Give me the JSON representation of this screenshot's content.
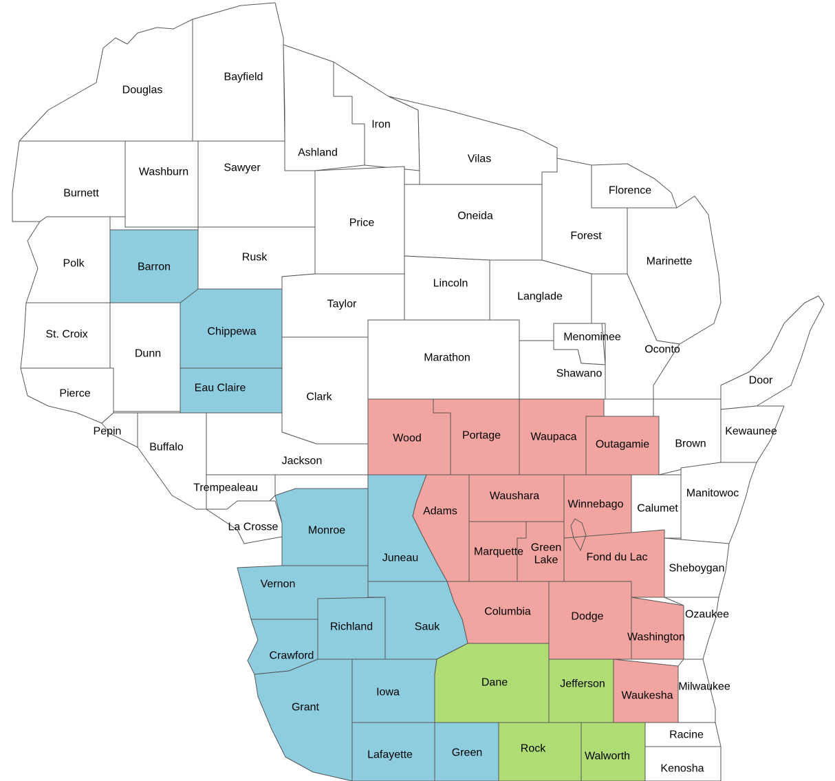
{
  "colors": {
    "white": "#ffffff",
    "blue": "#8ecde0",
    "red": "#f2a5a0",
    "green": "#b0dc75",
    "border": "#555555"
  },
  "counties": [
    {
      "id": "douglas",
      "name": "Douglas",
      "group": "white"
    },
    {
      "id": "bayfield",
      "name": "Bayfield",
      "group": "white"
    },
    {
      "id": "iron",
      "name": "Iron",
      "group": "white"
    },
    {
      "id": "ashland",
      "name": "Ashland",
      "group": "white"
    },
    {
      "id": "vilas",
      "name": "Vilas",
      "group": "white"
    },
    {
      "id": "burnett",
      "name": "Burnett",
      "group": "white"
    },
    {
      "id": "washburn",
      "name": "Washburn",
      "group": "white"
    },
    {
      "id": "sawyer",
      "name": "Sawyer",
      "group": "white"
    },
    {
      "id": "florence",
      "name": "Florence",
      "group": "white"
    },
    {
      "id": "price",
      "name": "Price",
      "group": "white"
    },
    {
      "id": "oneida",
      "name": "Oneida",
      "group": "white"
    },
    {
      "id": "forest",
      "name": "Forest",
      "group": "white"
    },
    {
      "id": "polk",
      "name": "Polk",
      "group": "white"
    },
    {
      "id": "barron",
      "name": "Barron",
      "group": "blue"
    },
    {
      "id": "rusk",
      "name": "Rusk",
      "group": "white"
    },
    {
      "id": "marinette",
      "name": "Marinette",
      "group": "white"
    },
    {
      "id": "lincoln",
      "name": "Lincoln",
      "group": "white"
    },
    {
      "id": "taylor",
      "name": "Taylor",
      "group": "white"
    },
    {
      "id": "langlade",
      "name": "Langlade",
      "group": "white"
    },
    {
      "id": "st-croix",
      "name": "St. Croix",
      "group": "white"
    },
    {
      "id": "chippewa",
      "name": "Chippewa",
      "group": "blue"
    },
    {
      "id": "menominee",
      "name": "Menominee",
      "group": "white"
    },
    {
      "id": "dunn",
      "name": "Dunn",
      "group": "white"
    },
    {
      "id": "oconto",
      "name": "Oconto",
      "group": "white"
    },
    {
      "id": "marathon",
      "name": "Marathon",
      "group": "white"
    },
    {
      "id": "shawano",
      "name": "Shawano",
      "group": "white"
    },
    {
      "id": "door",
      "name": "Door",
      "group": "white"
    },
    {
      "id": "eau-claire",
      "name": "Eau Claire",
      "group": "blue"
    },
    {
      "id": "pierce",
      "name": "Pierce",
      "group": "white"
    },
    {
      "id": "clark",
      "name": "Clark",
      "group": "white"
    },
    {
      "id": "pepin",
      "name": "Pepin",
      "group": "white"
    },
    {
      "id": "kewaunee",
      "name": "Kewaunee",
      "group": "white"
    },
    {
      "id": "wood",
      "name": "Wood",
      "group": "red"
    },
    {
      "id": "portage",
      "name": "Portage",
      "group": "red"
    },
    {
      "id": "waupaca",
      "name": "Waupaca",
      "group": "red"
    },
    {
      "id": "outagamie",
      "name": "Outagamie",
      "group": "red"
    },
    {
      "id": "brown",
      "name": "Brown",
      "group": "white"
    },
    {
      "id": "buffalo",
      "name": "Buffalo",
      "group": "white"
    },
    {
      "id": "jackson",
      "name": "Jackson",
      "group": "white"
    },
    {
      "id": "trempealeau",
      "name": "Trempealeau",
      "group": "white"
    },
    {
      "id": "manitowoc",
      "name": "Manitowoc",
      "group": "white"
    },
    {
      "id": "waushara",
      "name": "Waushara",
      "group": "red"
    },
    {
      "id": "adams",
      "name": "Adams",
      "group": "red"
    },
    {
      "id": "winnebago",
      "name": "Winnebago",
      "group": "red"
    },
    {
      "id": "calumet",
      "name": "Calumet",
      "group": "white"
    },
    {
      "id": "la-crosse",
      "name": "La Crosse",
      "group": "white"
    },
    {
      "id": "monroe",
      "name": "Monroe",
      "group": "blue"
    },
    {
      "id": "juneau",
      "name": "Juneau",
      "group": "blue"
    },
    {
      "id": "marquette",
      "name": "Marquette",
      "group": "red"
    },
    {
      "id": "green-lake",
      "name": "Green Lake",
      "group": "red"
    },
    {
      "id": "fond-du-lac",
      "name": "Fond du Lac",
      "group": "red"
    },
    {
      "id": "sheboygan",
      "name": "Sheboygan",
      "group": "white"
    },
    {
      "id": "vernon",
      "name": "Vernon",
      "group": "blue"
    },
    {
      "id": "columbia",
      "name": "Columbia",
      "group": "red"
    },
    {
      "id": "dodge",
      "name": "Dodge",
      "group": "red"
    },
    {
      "id": "ozaukee",
      "name": "Ozaukee",
      "group": "white"
    },
    {
      "id": "richland",
      "name": "Richland",
      "group": "blue"
    },
    {
      "id": "sauk",
      "name": "Sauk",
      "group": "blue"
    },
    {
      "id": "washington",
      "name": "Washington",
      "group": "red"
    },
    {
      "id": "crawford",
      "name": "Crawford",
      "group": "blue"
    },
    {
      "id": "dane",
      "name": "Dane",
      "group": "green"
    },
    {
      "id": "jefferson",
      "name": "Jefferson",
      "group": "green"
    },
    {
      "id": "milwaukee",
      "name": "Milwaukee",
      "group": "white"
    },
    {
      "id": "iowa",
      "name": "Iowa",
      "group": "blue"
    },
    {
      "id": "waukesha",
      "name": "Waukesha",
      "group": "red"
    },
    {
      "id": "grant",
      "name": "Grant",
      "group": "blue"
    },
    {
      "id": "racine",
      "name": "Racine",
      "group": "white"
    },
    {
      "id": "rock",
      "name": "Rock",
      "group": "green"
    },
    {
      "id": "walworth",
      "name": "Walworth",
      "group": "green"
    },
    {
      "id": "lafayette",
      "name": "Lafayette",
      "group": "blue"
    },
    {
      "id": "green",
      "name": "Green",
      "group": "blue"
    },
    {
      "id": "kenosha",
      "name": "Kenosha",
      "group": "white"
    }
  ]
}
